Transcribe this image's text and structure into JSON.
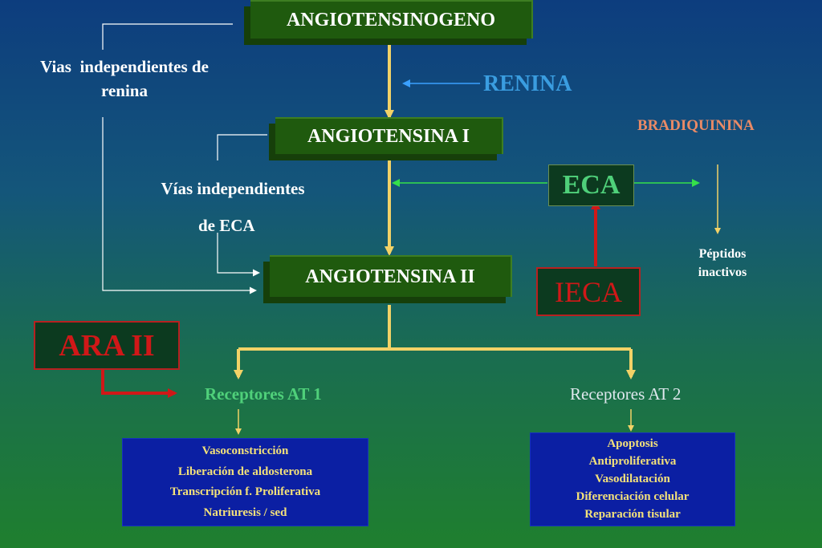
{
  "nodes": {
    "angiotensinogeno": "ANGIOTENSINOGENO",
    "angiotensina_1": "ANGIOTENSINA I",
    "angiotensina_2": "ANGIOTENSINA II",
    "renina": "RENINA",
    "bradiquinina": "BRADIQUININA",
    "eca": "ECA",
    "ieca": "IECA",
    "ara2": "ARA II",
    "peptidos_line1": "Péptidos",
    "peptidos_line2": "inactivos"
  },
  "side_labels": {
    "vias_renina_line1": "Vias  independientes de",
    "vias_renina_line2": "renina",
    "vias_eca_line1": "Vías independientes",
    "vias_eca_line2": "de ECA"
  },
  "receptors": {
    "at1": "Receptores AT 1",
    "at2": "Receptores AT 2"
  },
  "effects": {
    "at1": [
      "Vasoconstricción",
      "Liberación de aldosterona",
      "Transcripción f. Proliferativa",
      "Natriuresis / sed"
    ],
    "at2": [
      "Apoptosis",
      "Antiproliferativa",
      "Vasodilatación",
      "Diferenciación celular",
      "Reparación tisular"
    ]
  },
  "colors": {
    "main_arrow": "#f2d267",
    "green_arrow": "#35e04a",
    "red_arrow": "#d01818",
    "blue_arrow": "#3aa0ff",
    "box_green": "#1f5a0e",
    "effect_box": "#0b1fa3",
    "effect_text": "#f3e17a"
  }
}
